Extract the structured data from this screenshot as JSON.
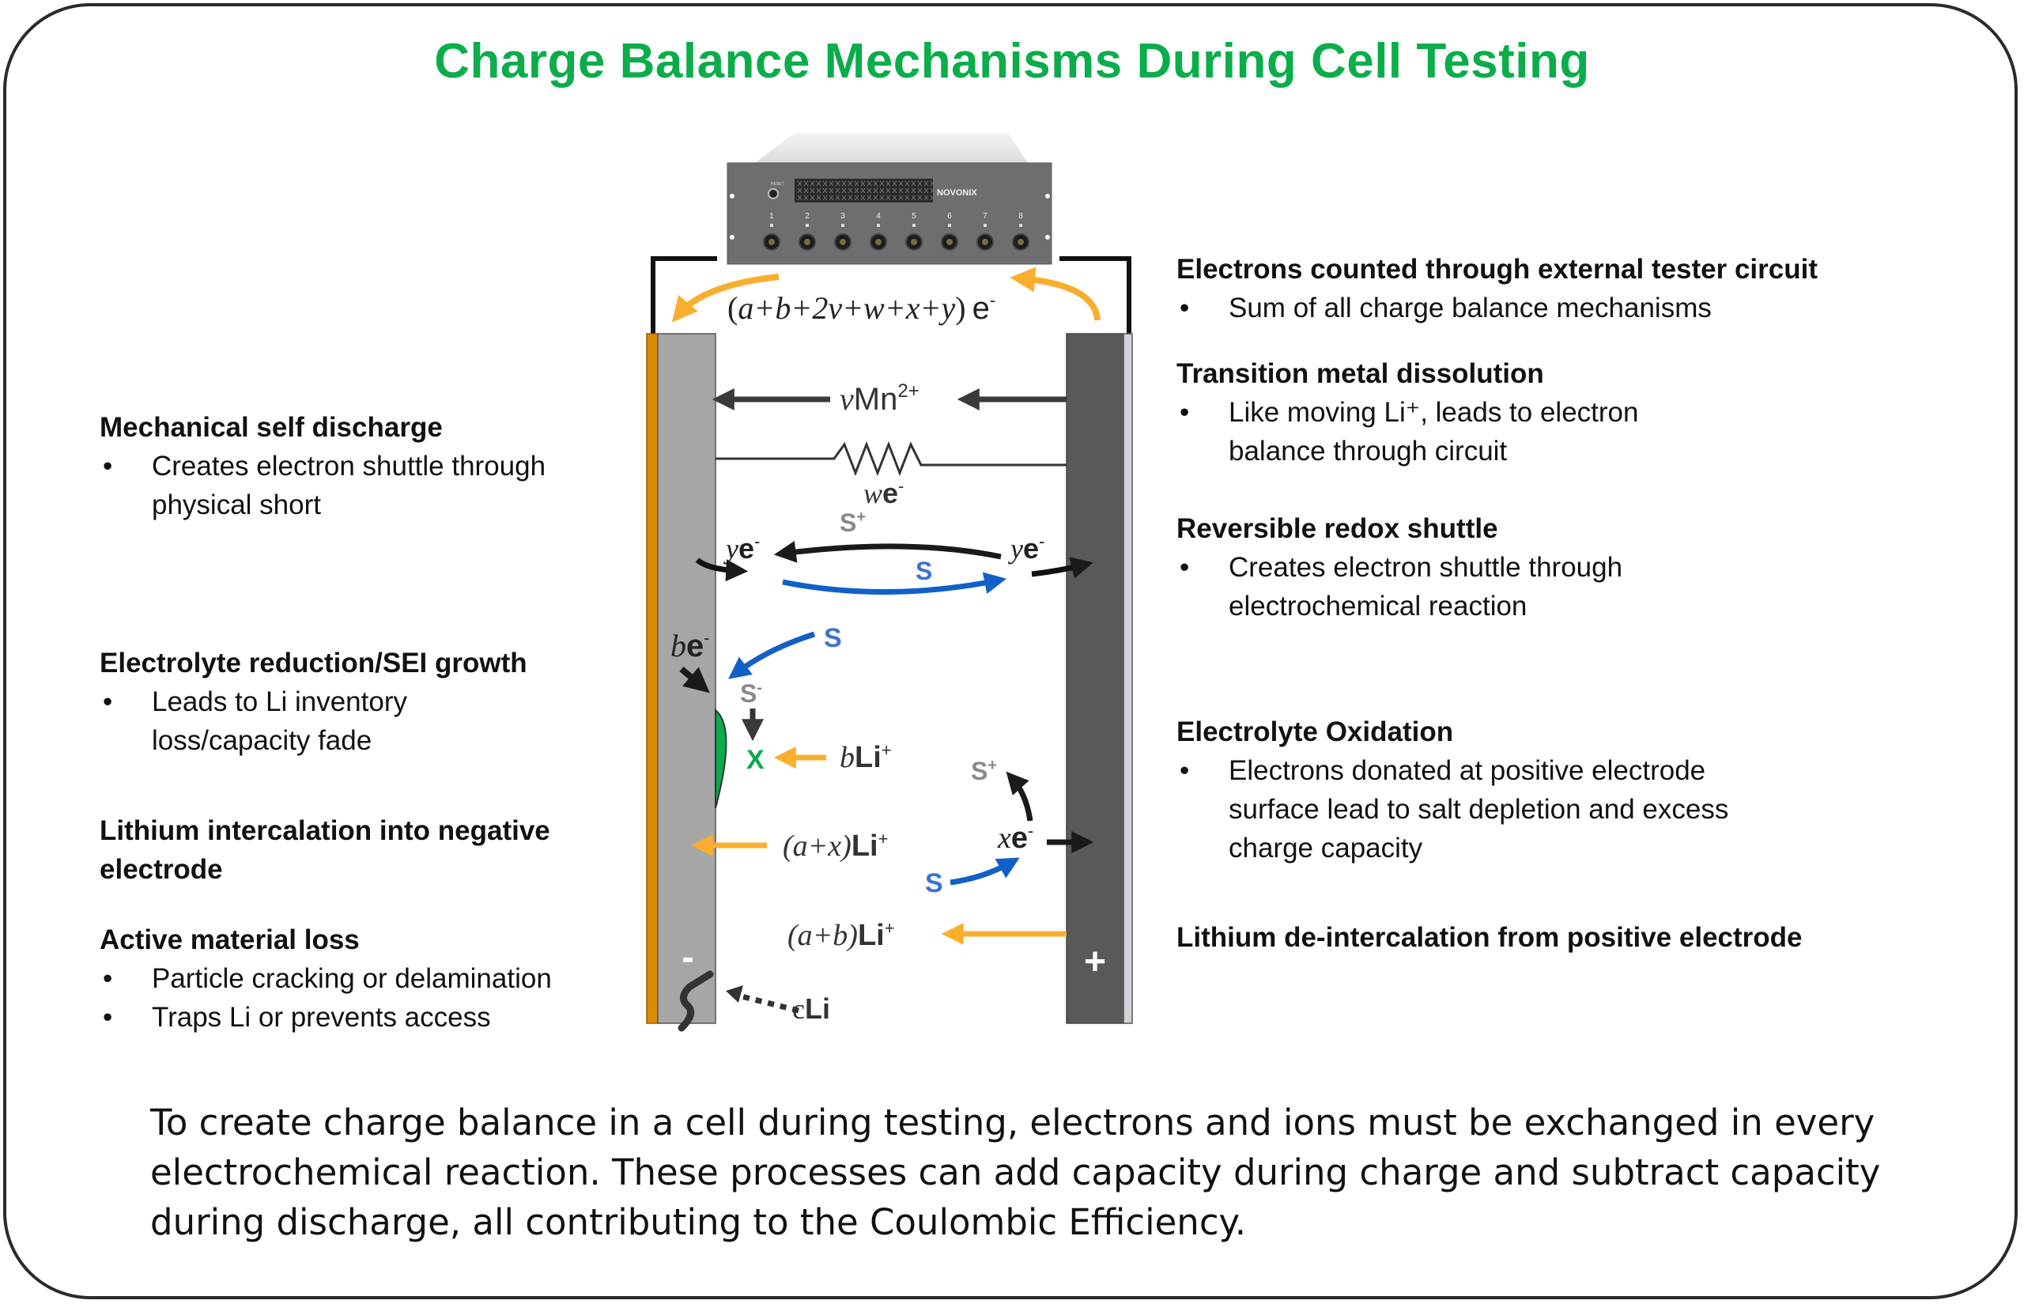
{
  "title": "Charge Balance Mechanisms During Cell Testing",
  "colors": {
    "title_green": "#0aad4a",
    "li_arrow_orange": "#f9ae2f",
    "shuttle_blue": "#1060c8",
    "species_gray": "#8a8a8a",
    "sei_green": "#0aad4a",
    "negative_electrode": "#a6a6a6",
    "positive_electrode": "#595959",
    "current_collector_cu": "#d98e00",
    "current_collector_al": "#d0d4d6"
  },
  "tester": {
    "brand": "NOVONIX",
    "reset_label": "RESET",
    "channels": [
      "1",
      "2",
      "3",
      "4",
      "5",
      "6",
      "7",
      "8"
    ]
  },
  "diagram": {
    "external_circuit": {
      "prefix": "(",
      "expr": "a+b+2v+w+x+y",
      "suffix": ")",
      "species": "e",
      "charge": "-"
    },
    "mn": {
      "coef": "v",
      "species": "Mn",
      "charge": "2+"
    },
    "short": {
      "coef": "w",
      "species": "e",
      "charge": "-"
    },
    "shuttle": {
      "left_coef": "y",
      "right_coef": "y",
      "electron": "e",
      "electron_charge": "-",
      "oxidized": "S",
      "oxidized_charge": "+",
      "reduced": "S"
    },
    "sei": {
      "electron_coef": "b",
      "electron": "e",
      "electron_charge": "-",
      "solvent": "S",
      "anion": "S",
      "anion_charge": "-",
      "product": "X",
      "li_coef": "b",
      "li": "Li",
      "li_charge": "+"
    },
    "oxidation": {
      "solvent": "S",
      "cation": "S",
      "cation_charge": "+",
      "electron_coef": "x",
      "electron": "e",
      "electron_charge": "-"
    },
    "li_to_negative": {
      "coef": "(a+x)",
      "species": "Li",
      "charge": "+"
    },
    "li_from_positive": {
      "coef": "(a+b)",
      "species": "Li",
      "charge": "+"
    },
    "trapped": {
      "coef": "c",
      "species": "Li"
    },
    "negative_sign": "-",
    "positive_sign": "+"
  },
  "left_blocks": [
    {
      "heading": "Mechanical self discharge",
      "bullets": [
        "Creates electron shuttle through physical short"
      ]
    },
    {
      "heading": "Electrolyte reduction/SEI growth",
      "bullets": [
        "Leads to Li inventory loss/capacity fade"
      ]
    },
    {
      "heading": "Lithium intercalation into negative electrode",
      "bullets": []
    },
    {
      "heading": "Active material loss",
      "bullets": [
        "Particle cracking or delamination",
        "Traps Li or prevents access"
      ]
    }
  ],
  "right_blocks": [
    {
      "heading": "Electrons counted through external tester circuit",
      "bullets": [
        "Sum of all charge balance mechanisms"
      ]
    },
    {
      "heading": "Transition metal dissolution",
      "bullets": [
        "Like moving Li⁺, leads to electron balance through circuit"
      ]
    },
    {
      "heading": "Reversible redox shuttle",
      "bullets": [
        "Creates electron shuttle through electrochemical reaction"
      ]
    },
    {
      "heading": "Electrolyte Oxidation",
      "bullets": [
        "Electrons donated at positive electrode surface lead to salt depletion and excess charge capacity"
      ]
    },
    {
      "heading": "Lithium de-intercalation from positive electrode",
      "bullets": []
    }
  ],
  "bullet_char": "•",
  "summary": "To create charge balance in a cell during testing, electrons and ions must be exchanged in every electrochemical reaction. These processes can add capacity during charge and subtract capacity during discharge, all contributing to the Coulombic Efficiency."
}
